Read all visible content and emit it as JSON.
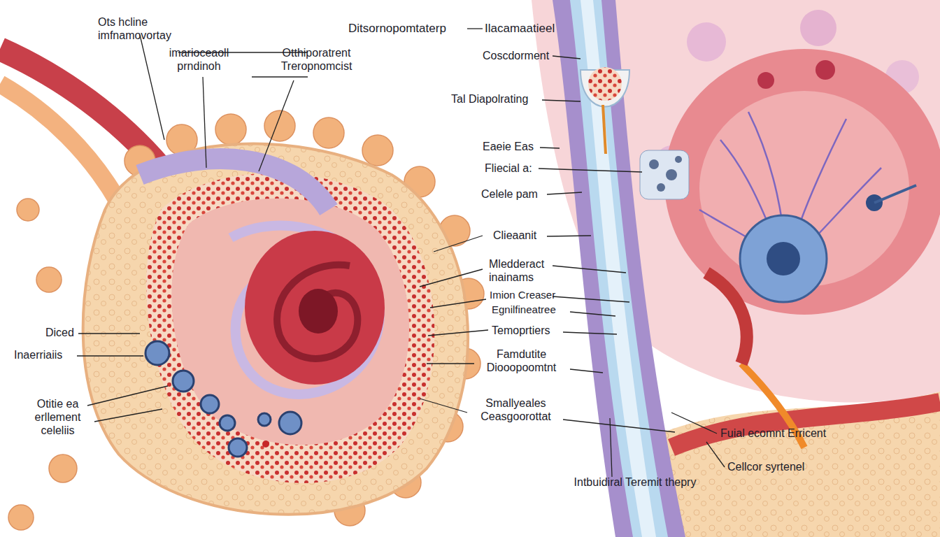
{
  "diagram": {
    "labels": [
      "Ots hcline imfnamovortay",
      "imarioceaoll prndinoh",
      "Otthiporatrent Treropnomcist",
      "Ditsornopomtaterp",
      "Ilacamaatieel",
      "Coscdorment",
      "Tal Diapolrating",
      "Eaeie Eas",
      "Fliecial a:",
      "Celele pam",
      "Clieaanit",
      "Mledderact inainams",
      "Imion Creaser",
      "Egnilfineatree",
      "Temoprtiers",
      "Famdutite Diooopoomtnt",
      "Smallyeales Ceasgoorottat",
      "Intbuidiral Teremit thepry",
      "Fuial ecomnt Erricent",
      "Cellcor syrtenel",
      "Diced",
      "Inaerriaiis",
      "Otitie ea erllement celeliis"
    ]
  }
}
